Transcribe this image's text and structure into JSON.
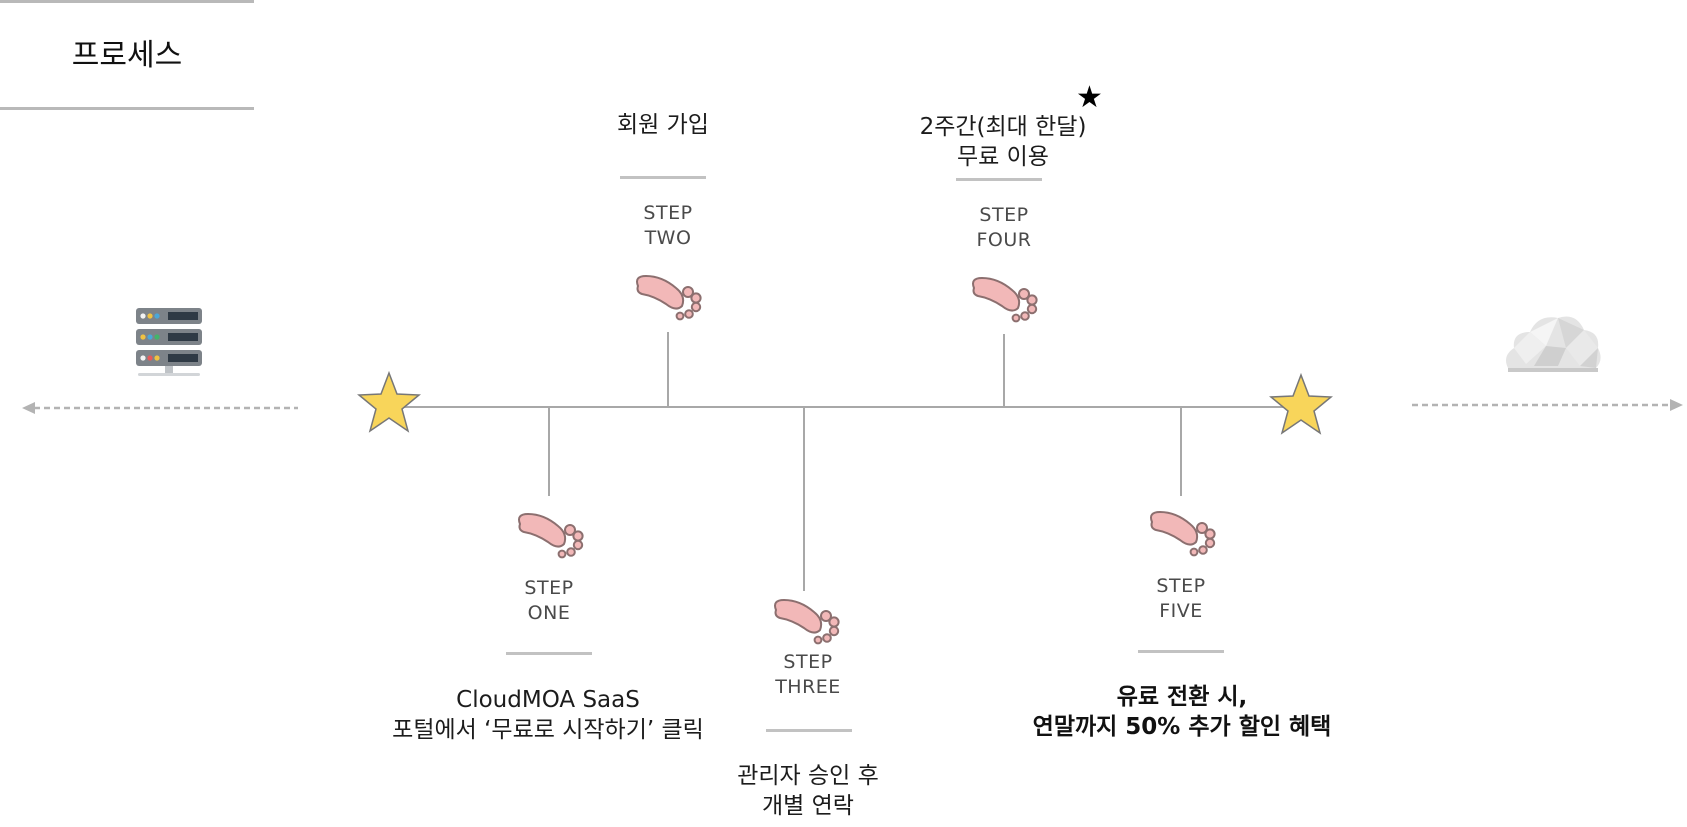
{
  "header": {
    "title": "프로세스"
  },
  "steps": [
    {
      "num": "STEP",
      "word": "ONE",
      "desc1": "CloudMOA SaaS",
      "desc2": "포털에서 ‘무료로 시작하기’ 클릭"
    },
    {
      "num": "STEP",
      "word": "TWO",
      "desc1": "회원 가입",
      "desc2": ""
    },
    {
      "num": "STEP",
      "word": "THREE",
      "desc1": "관리자 승인 후",
      "desc2": "개별 연락"
    },
    {
      "num": "STEP",
      "word": "FOUR",
      "desc1": "2주간(최대 한달)",
      "desc2": "무료 이용",
      "mark": "★"
    },
    {
      "num": "STEP",
      "word": "FIVE",
      "desc1": "유료 전환 시,",
      "desc2": "연말까지 50% 추가 할인 혜택"
    }
  ],
  "colors": {
    "star": "#f8d55a",
    "foot": "#f2b8b8",
    "line": "#a8a8a8"
  },
  "icons": {
    "left": "server-icon",
    "right": "cloud-icon",
    "step": "footprint-icon",
    "ends": "star-icon"
  }
}
